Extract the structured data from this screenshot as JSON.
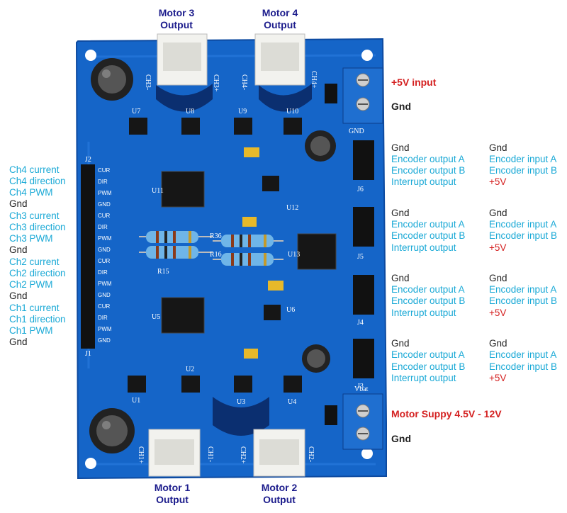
{
  "colors": {
    "board": "#1565c8",
    "accent_blue": "#1aa9d6",
    "red": "#d42020",
    "motor_label": "#1c1c8c"
  },
  "motors": {
    "m3": [
      "Motor 3",
      "Output"
    ],
    "m4": [
      "Motor 4",
      "Output"
    ],
    "m1": [
      "Motor 1",
      "Output"
    ],
    "m2": [
      "Motor 2",
      "Output"
    ]
  },
  "power": {
    "top_input": "+5V input",
    "top_gnd": "Gnd",
    "bottom_input": "Motor Suppy 4.5V - 12V",
    "bottom_gnd": "Gnd"
  },
  "left_pins": [
    "Ch4 current",
    "Ch4 direction",
    "Ch4 PWM",
    "Gnd",
    "Ch3 current",
    "Ch3 direction",
    "Ch3 PWM",
    "Gnd",
    "Ch2 current",
    "Ch2 direction",
    "Ch2 PWM",
    "Gnd",
    "Ch1 current",
    "Ch1 direction",
    "Ch1 PWM",
    "Gnd"
  ],
  "encoder_groups": [
    {
      "left": [
        "Gnd",
        "Encoder output A",
        "Encoder output B",
        "Interrupt output"
      ],
      "right": [
        "Gnd",
        "Encoder input A",
        "Encoder input B",
        "+5V"
      ]
    },
    {
      "left": [
        "Gnd",
        "Encoder output A",
        "Encoder output B",
        "Interrupt output"
      ],
      "right": [
        "Gnd",
        "Encoder input A",
        "Encoder input B",
        "+5V"
      ]
    },
    {
      "left": [
        "Gnd",
        "Encoder output A",
        "Encoder output B",
        "Interrupt output"
      ],
      "right": [
        "Gnd",
        "Encoder input A",
        "Encoder input B",
        "+5V"
      ]
    },
    {
      "left": [
        "Gnd",
        "Encoder output A",
        "Encoder output B",
        "Interrupt output"
      ],
      "right": [
        "Gnd",
        "Encoder input A",
        "Encoder input B",
        "+5V"
      ]
    }
  ],
  "silkscreen": {
    "connectors": [
      "CH3-",
      "CH3+",
      "CH4-",
      "CH4+",
      "CH1+",
      "CH1-",
      "CH2+",
      "CH2-",
      "J1",
      "J2",
      "J3",
      "J4",
      "J5",
      "J6",
      "GND",
      "Vbat"
    ],
    "chips": [
      "U1",
      "U2",
      "U3",
      "U4",
      "U5",
      "U6",
      "U7",
      "U8",
      "U9",
      "U10",
      "U11",
      "U12",
      "U13"
    ],
    "header_pins": [
      "CUR",
      "DIR",
      "PWM",
      "GND",
      "CUR",
      "DIR",
      "PWM",
      "GND",
      "CUR",
      "DIR",
      "PWM",
      "GND",
      "CUR",
      "DIR",
      "PWM",
      "GND"
    ],
    "resistors": [
      "R15",
      "R16",
      "R36"
    ]
  }
}
